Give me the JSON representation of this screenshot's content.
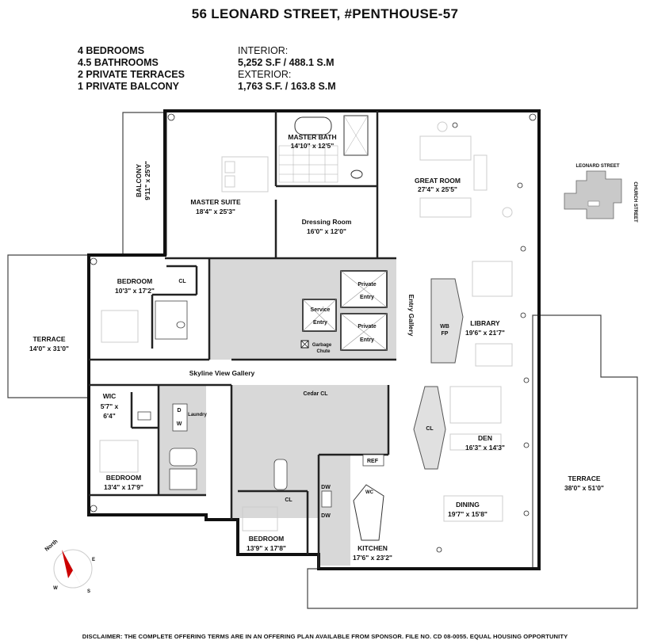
{
  "title": "56 LEONARD STREET, #PENTHOUSE-57",
  "stats_left": [
    "4 BEDROOMS",
    "4.5 BATHROOMS",
    "2 PRIVATE TERRACES",
    "1 PRIVATE BALCONY"
  ],
  "stats_right": {
    "interior_label": "INTERIOR:",
    "interior_value": "5,252 S.F / 488.1 S.M",
    "exterior_label": "EXTERIOR:",
    "exterior_value": "1,763 S.F. / 163.8 S.M"
  },
  "rooms": {
    "master_bath": {
      "name": "MASTER BATH",
      "dim": "14'10\" x 12'5\""
    },
    "great_room": {
      "name": "GREAT ROOM",
      "dim": "27'4\" x 25'5\""
    },
    "balcony": {
      "name": "BALCONY",
      "dim": "9'11\" x 25'0\""
    },
    "master_suite": {
      "name": "MASTER SUITE",
      "dim": "18'4\" x 25'3\""
    },
    "dressing_room": {
      "name": "Dressing Room",
      "dim": "16'0\" x 12'0\""
    },
    "bedroom_1": {
      "name": "BEDROOM",
      "dim": "10'3\" x 17'2\""
    },
    "terrace_west": {
      "name": "TERRACE",
      "dim": "14'0\" x 31'0\""
    },
    "library": {
      "name": "LIBRARY",
      "dim": "19'6\" x 21'7\""
    },
    "wic": {
      "name": "WIC",
      "dim1": "5'7\" x",
      "dim2": "6'4\""
    },
    "den": {
      "name": "DEN",
      "dim": "16'3\" x 14'3\""
    },
    "bedroom_2": {
      "name": "BEDROOM",
      "dim": "13'4\" x 17'9\""
    },
    "terrace_east": {
      "name": "TERRACE",
      "dim": "38'0\" x 51'0\""
    },
    "dining": {
      "name": "DINING",
      "dim": "19'7\" x 15'8\""
    },
    "bedroom_3": {
      "name": "BEDROOM",
      "dim": "13'9\" x 17'8\""
    },
    "kitchen": {
      "name": "KITCHEN",
      "dim": "17'6\" x 23'2\""
    }
  },
  "labels": {
    "private_entry_1a": "Private",
    "private_entry_1b": "Entry",
    "private_entry_2a": "Private",
    "private_entry_2b": "Entry",
    "service_entry_a": "Service",
    "service_entry_b": "Entry",
    "garbage_a": "Garbage",
    "garbage_b": "Chute",
    "entry_gallery": "Entry Gallery",
    "skyline_gallery": "Skyline View Gallery",
    "cedar_cl": "Cedar CL",
    "wb_fp_a": "WB",
    "wb_fp_b": "FP",
    "cl_bed1": "CL",
    "cl_den": "CL",
    "cl_bed3": "CL",
    "laundry": "Laundry",
    "d": "D",
    "w": "W",
    "ref": "REF",
    "dw1": "DW",
    "dw2": "DW",
    "wc": "WC"
  },
  "key_map": {
    "street_top": "LEONARD STREET",
    "street_side": "CHURCH STREET"
  },
  "compass": {
    "north": "North",
    "e": "E",
    "w": "W",
    "s": "S"
  },
  "disclaimer": "DISCLAIMER:  THE COMPLETE OFFERING TERMS ARE IN AN OFFERING PLAN AVAILABLE FROM SPONSOR. FILE NO. CD 08-0055. EQUAL HOUSING OPPORTUNITY"
}
